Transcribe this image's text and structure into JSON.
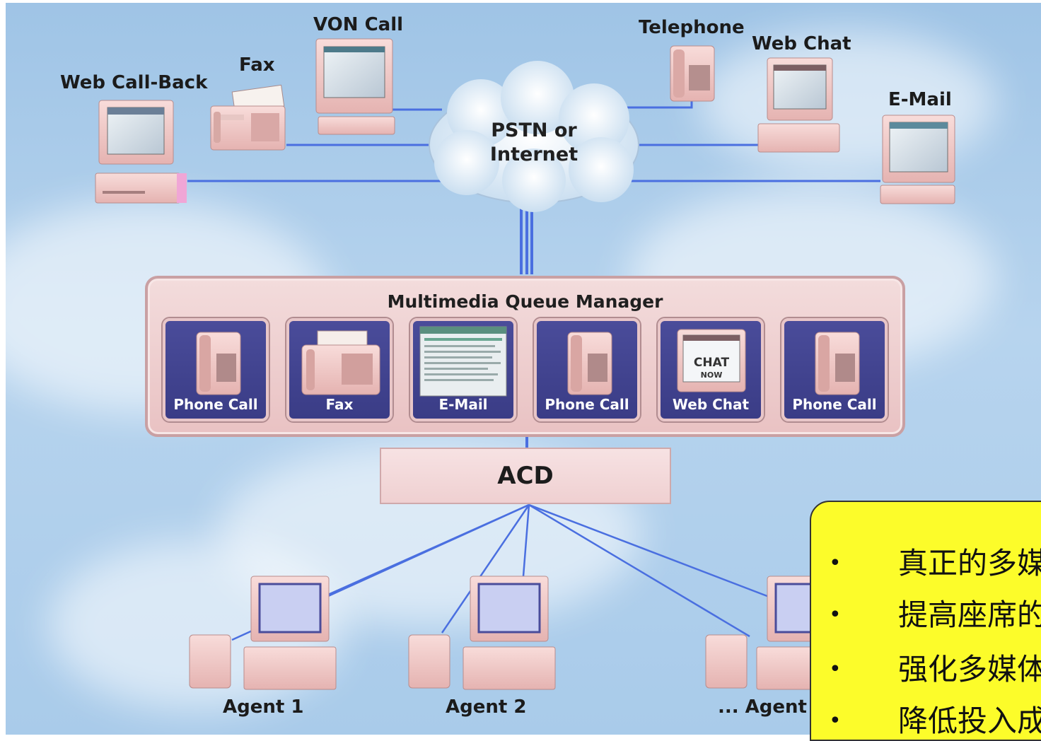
{
  "network": {
    "cloud_label": "PSTN or\nInternet",
    "devices": {
      "web_callback": "Web Call-Back",
      "fax": "Fax",
      "von_call": "VON Call",
      "telephone": "Telephone",
      "web_chat": "Web Chat",
      "email": "E-Mail"
    }
  },
  "queue_manager": {
    "title": "Multimedia Queue Manager",
    "tiles": [
      {
        "label": "Phone Call",
        "icon": "phone-icon"
      },
      {
        "label": "Fax",
        "icon": "fax-icon"
      },
      {
        "label": "E-Mail",
        "icon": "email-screen-icon"
      },
      {
        "label": "Phone Call",
        "icon": "phone-icon"
      },
      {
        "label": "Web Chat",
        "icon": "chat-monitor-icon",
        "screen_text": "CHAT NOW"
      },
      {
        "label": "Phone Call",
        "icon": "phone-icon"
      }
    ]
  },
  "acd": {
    "label": "ACD"
  },
  "agents": [
    "Agent 1",
    "Agent 2",
    "... Agent n"
  ],
  "notes": [
    {
      "text": "真正的多媒"
    },
    {
      "text": "提高座席的"
    },
    {
      "text": "强化多媒体"
    },
    {
      "text": "降低投入成"
    }
  ],
  "colors": {
    "link_line": "#4a6fe0",
    "device_pink": "#f2c9c6",
    "tile_blue": "#3f418e",
    "note_yellow": "#fcfc2a",
    "sky": "#a9cbea"
  }
}
